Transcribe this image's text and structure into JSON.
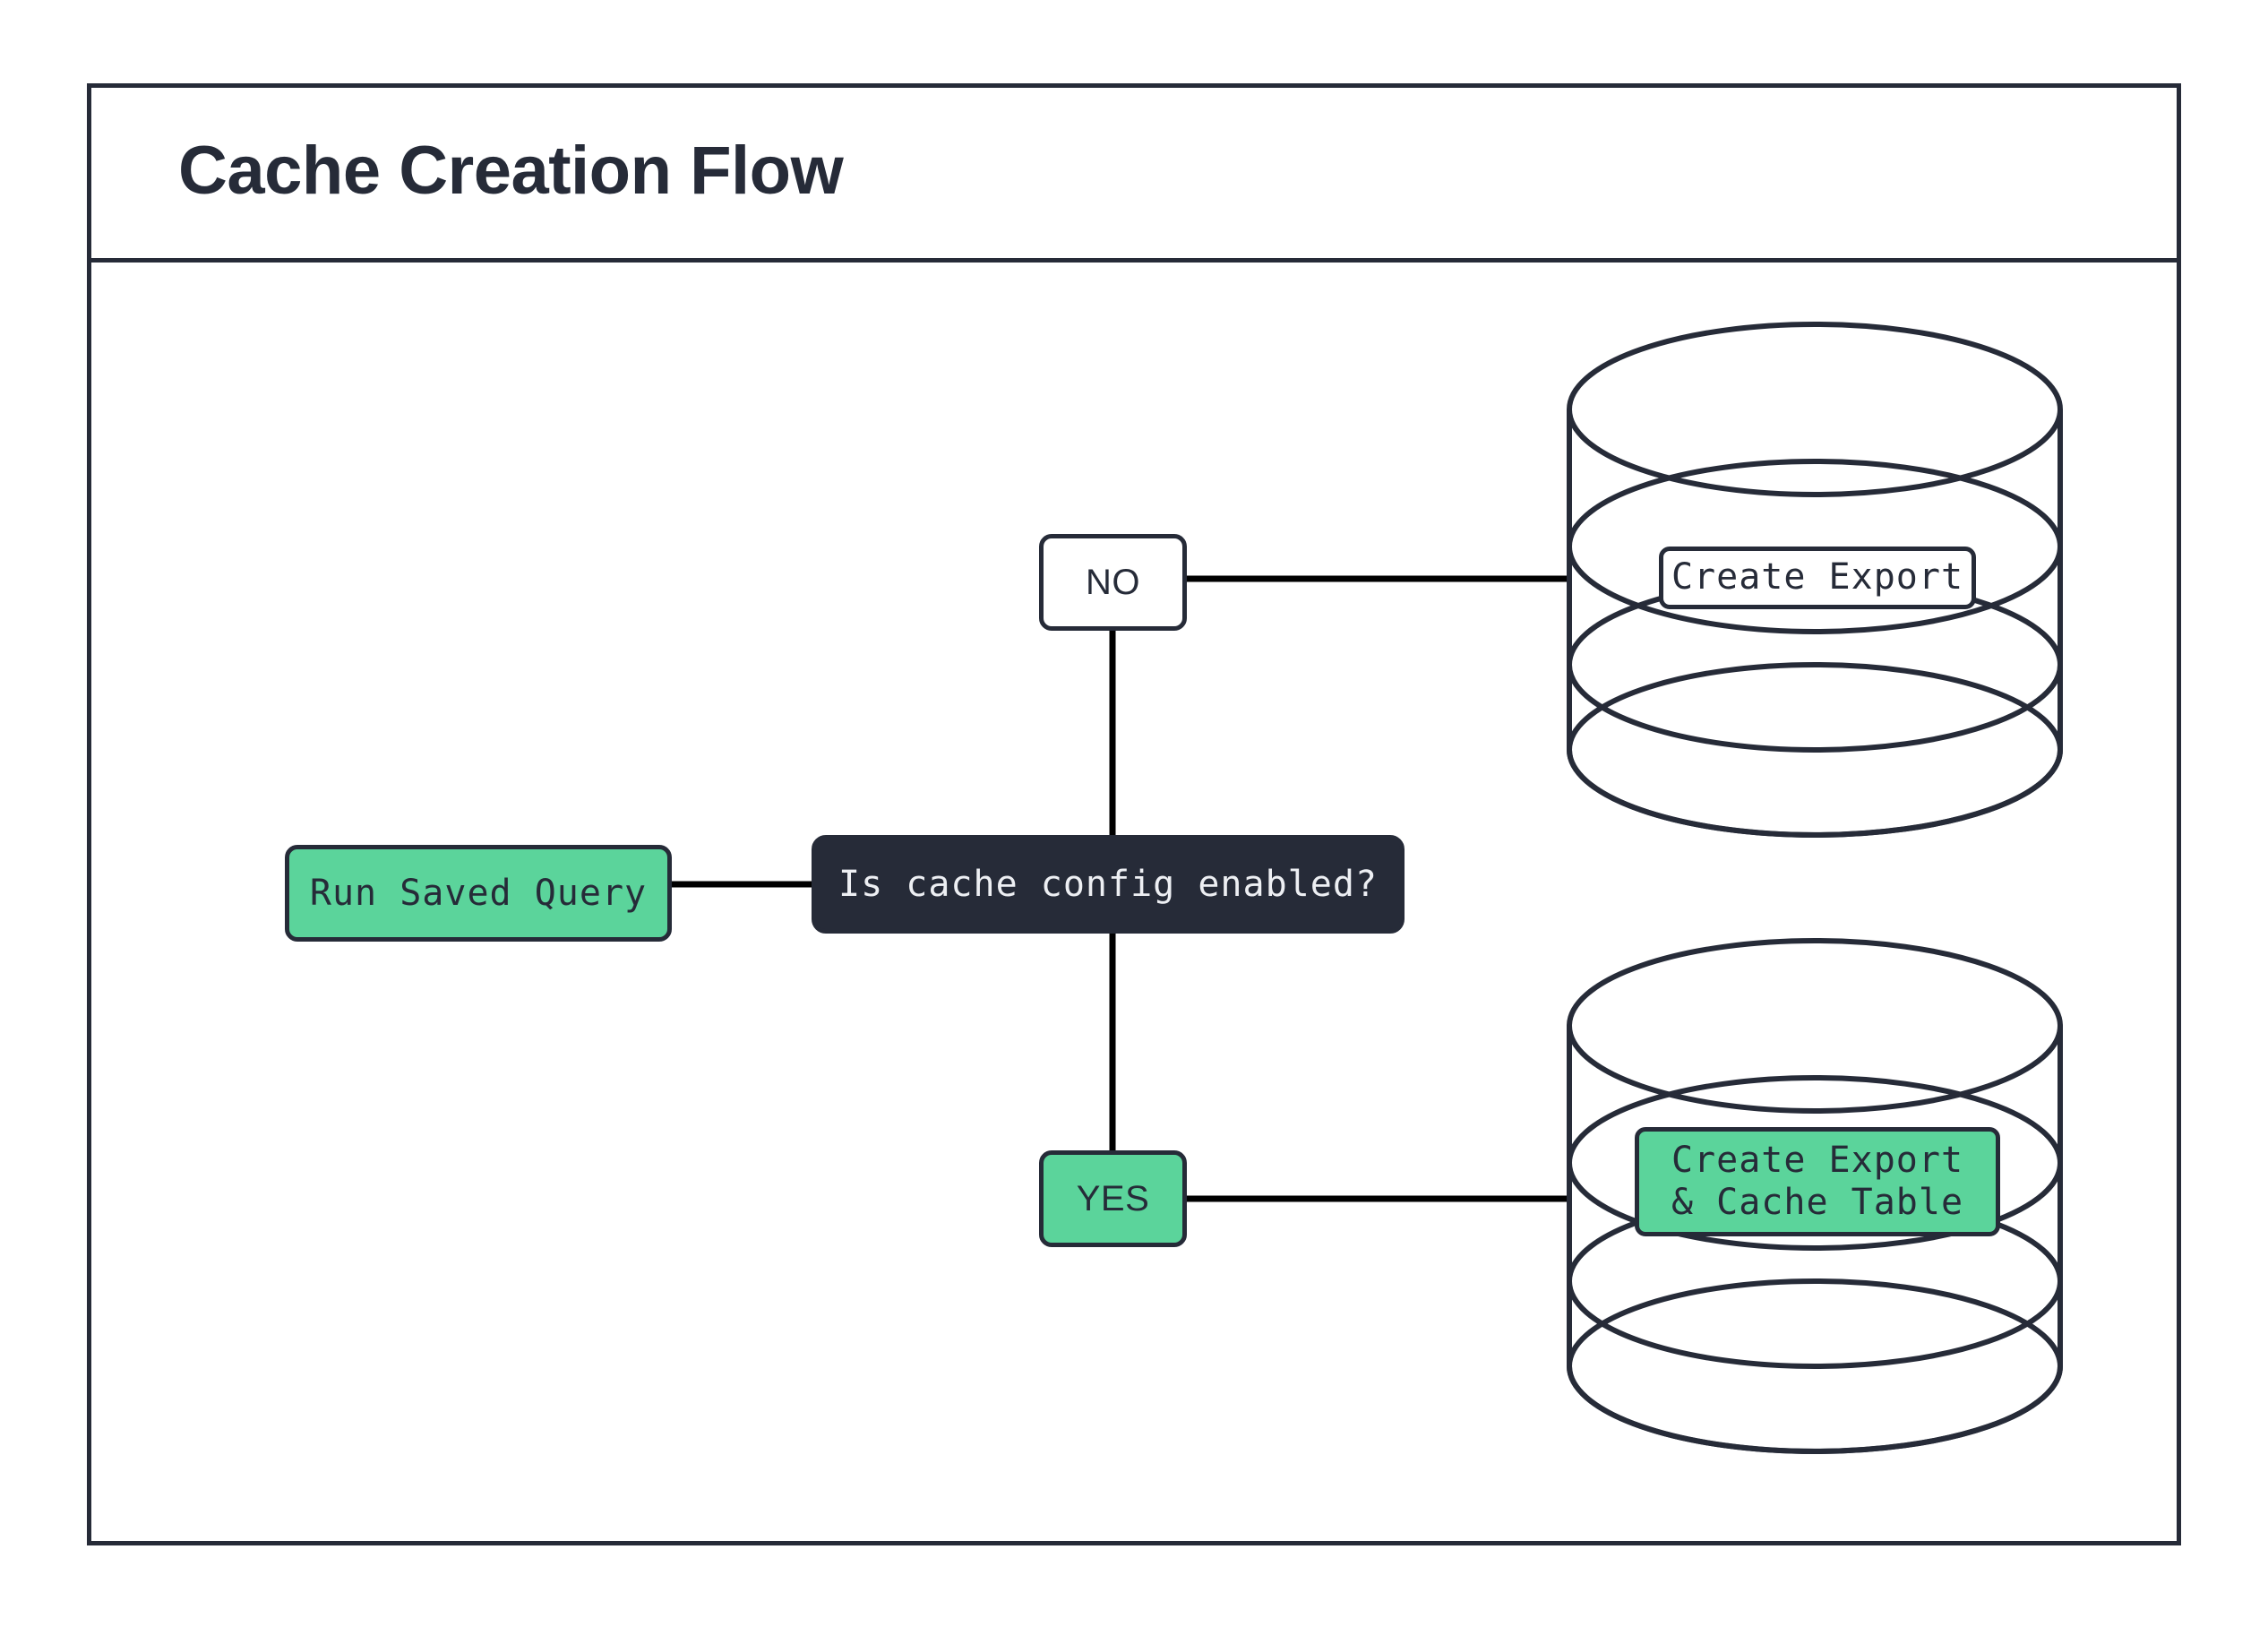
{
  "diagram": {
    "title": "Cache Creation Flow",
    "type": "flowchart",
    "theme": {
      "ink": "#262B38",
      "accent_green": "#5BD49B",
      "surface": "#FFFFFF",
      "dark_fill": "#262B38",
      "dark_text": "#EDEFF3"
    },
    "nodes": {
      "run_saved_query": {
        "label": "Run Saved Query",
        "style": "green-rounded"
      },
      "decision": {
        "label": "Is cache config enabled?",
        "style": "dark-rounded"
      },
      "branch_no": {
        "label": "NO",
        "style": "white-rounded"
      },
      "branch_yes": {
        "label": "YES",
        "style": "green-rounded"
      },
      "database_export": {
        "shape": "database-cylinder",
        "label": "Create Export",
        "label_style": "white-rounded"
      },
      "database_export_cache": {
        "shape": "database-cylinder",
        "label": "Create Export\n& Cache Table",
        "label_style": "green-rounded"
      }
    },
    "edges": [
      {
        "from": "run_saved_query",
        "to": "decision",
        "label": ""
      },
      {
        "from": "decision",
        "to": "branch_no",
        "label": ""
      },
      {
        "from": "decision",
        "to": "branch_yes",
        "label": ""
      },
      {
        "from": "branch_no",
        "to": "database_export",
        "label": ""
      },
      {
        "from": "branch_yes",
        "to": "database_export_cache",
        "label": ""
      }
    ]
  }
}
